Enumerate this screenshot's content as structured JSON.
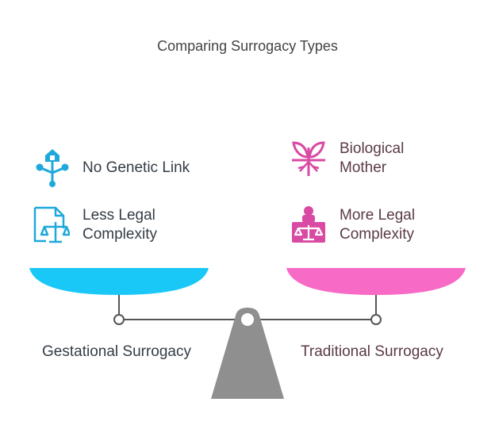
{
  "title": "Comparing Surrogacy Types",
  "left": {
    "name": "Gestational Surrogacy",
    "items": [
      {
        "icon": "family-tree-icon",
        "text": "No Genetic Link"
      },
      {
        "icon": "legal-document-scale-icon",
        "line1": "Less Legal",
        "line2": "Complexity"
      }
    ],
    "color": "#1ac8f7",
    "icon_color": "#1fa8dc"
  },
  "right": {
    "name": "Traditional Surrogacy",
    "items": [
      {
        "icon": "sprout-roots-icon",
        "line1": "Biological",
        "line2": "Mother"
      },
      {
        "icon": "person-scale-icon",
        "line1": "More Legal",
        "line2": "Complexity"
      }
    ],
    "color": "#f76ac6",
    "icon_color": "#d84aa3"
  },
  "fulcrum_color": "#8f8f8f"
}
